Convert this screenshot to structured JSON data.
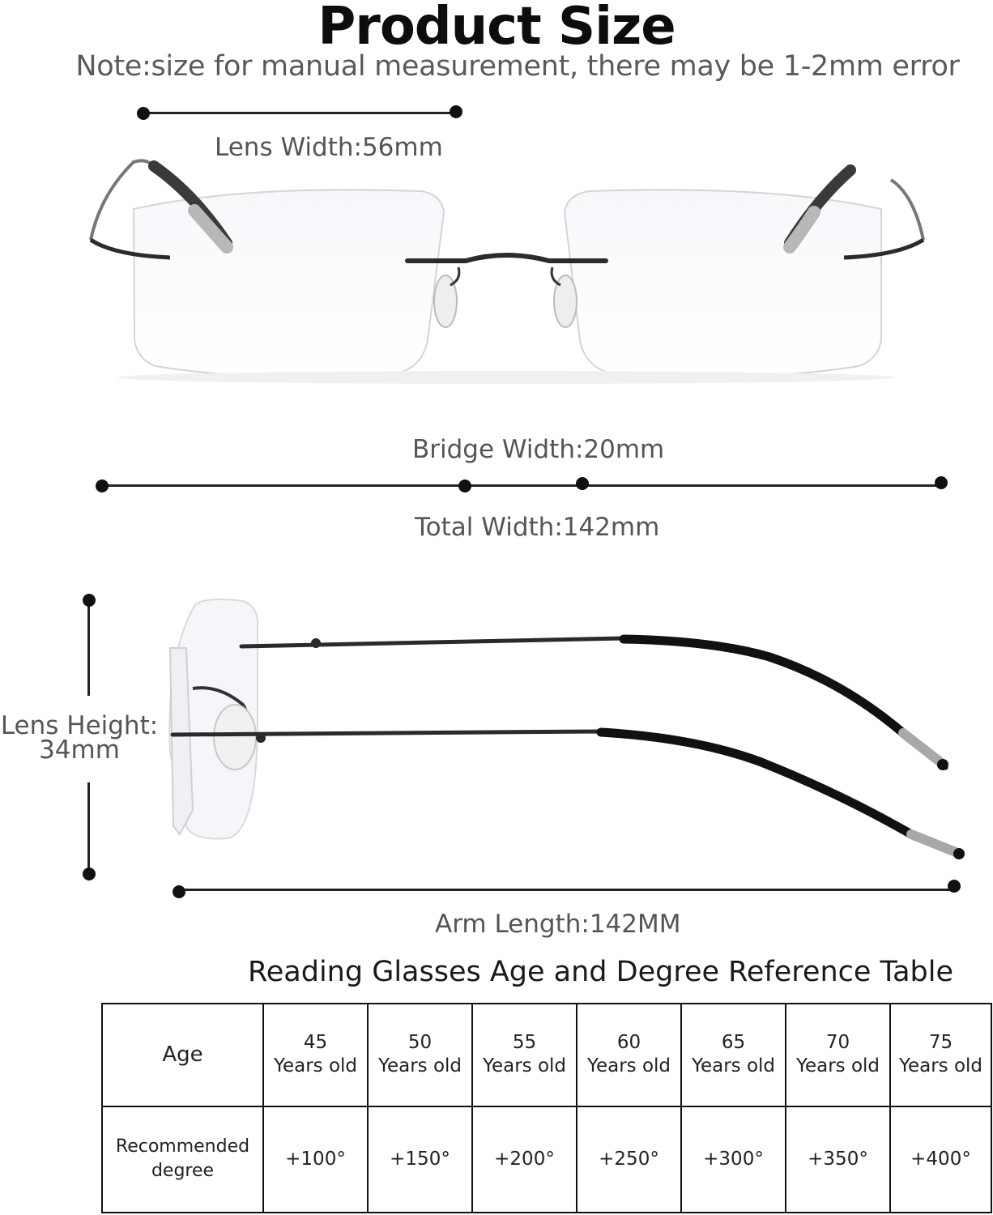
{
  "header": {
    "title": "Product Size",
    "note": "Note:size for manual measurement, there may be 1-2mm error"
  },
  "dimensions": {
    "lens_width": "Lens Width:56mm",
    "bridge_width": "Bridge Width:20mm",
    "total_width": "Total Width:142mm",
    "lens_height_line1": "Lens Height:",
    "lens_height_line2": "34mm",
    "arm_length": "Arm Length:142MM"
  },
  "colors": {
    "frame": "#2b2b2b",
    "lens_edge": "#cfcfcf",
    "text": "#4a4a4a",
    "title": "#0d0d0d"
  },
  "table": {
    "title": "Reading Glasses Age and Degree Reference Table",
    "age_header": "Age",
    "degree_header_line1": "Recommended",
    "degree_header_line2": "degree",
    "columns": [
      {
        "age": "45",
        "unit": "Years old",
        "degree": "+100°"
      },
      {
        "age": "50",
        "unit": "Years old",
        "degree": "+150°"
      },
      {
        "age": "55",
        "unit": "Years old",
        "degree": "+200°"
      },
      {
        "age": "60",
        "unit": "Years old",
        "degree": "+250°"
      },
      {
        "age": "65",
        "unit": "Years old",
        "degree": "+300°"
      },
      {
        "age": "70",
        "unit": "Years old",
        "degree": "+350°"
      },
      {
        "age": "75",
        "unit": "Years old",
        "degree": "+400°"
      }
    ]
  }
}
